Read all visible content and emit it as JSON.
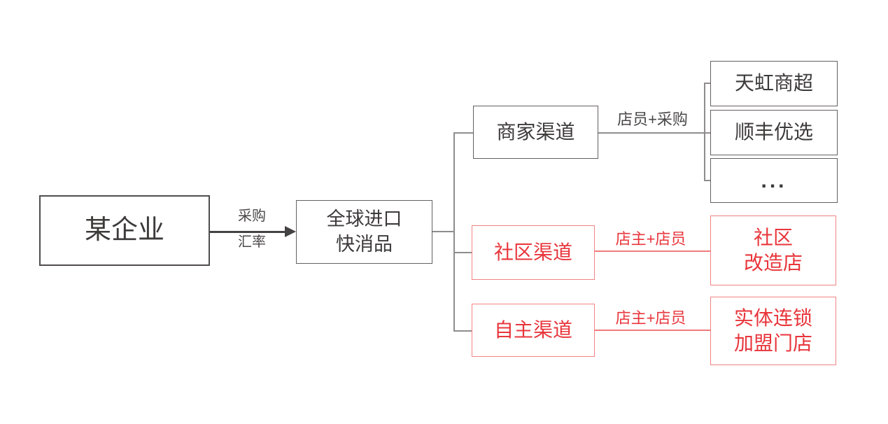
{
  "diagram_type": "flowchart",
  "colors": {
    "dark_text": "#3d3a3a",
    "dark_border": "#636060",
    "gray_line": "#8f8c8c",
    "red_text": "#e8353b",
    "red_border": "#f08383",
    "background": "#ffffff"
  },
  "nodes": {
    "enterprise": {
      "label": "某企业"
    },
    "global_fmcg": {
      "label": "全球进口\n快消品"
    },
    "merchant_channel": {
      "label": "商家渠道"
    },
    "tianhong_supermarket": {
      "label": "天虹商超"
    },
    "sf_best": {
      "label": "顺丰优选"
    },
    "more": {
      "label": "..."
    },
    "community_channel": {
      "label": "社区渠道"
    },
    "community_store": {
      "label": "社区\n改造店"
    },
    "independent_channel": {
      "label": "自主渠道"
    },
    "chain_franchise_store": {
      "label": "实体连锁\n加盟门店"
    }
  },
  "edge_labels": {
    "procurement": "采购",
    "exchange_rate": "汇率",
    "clerk_plus_procurement": "店员+采购",
    "owner_plus_clerk_community": "店主+店员",
    "owner_plus_clerk_independent": "店主+店员"
  }
}
